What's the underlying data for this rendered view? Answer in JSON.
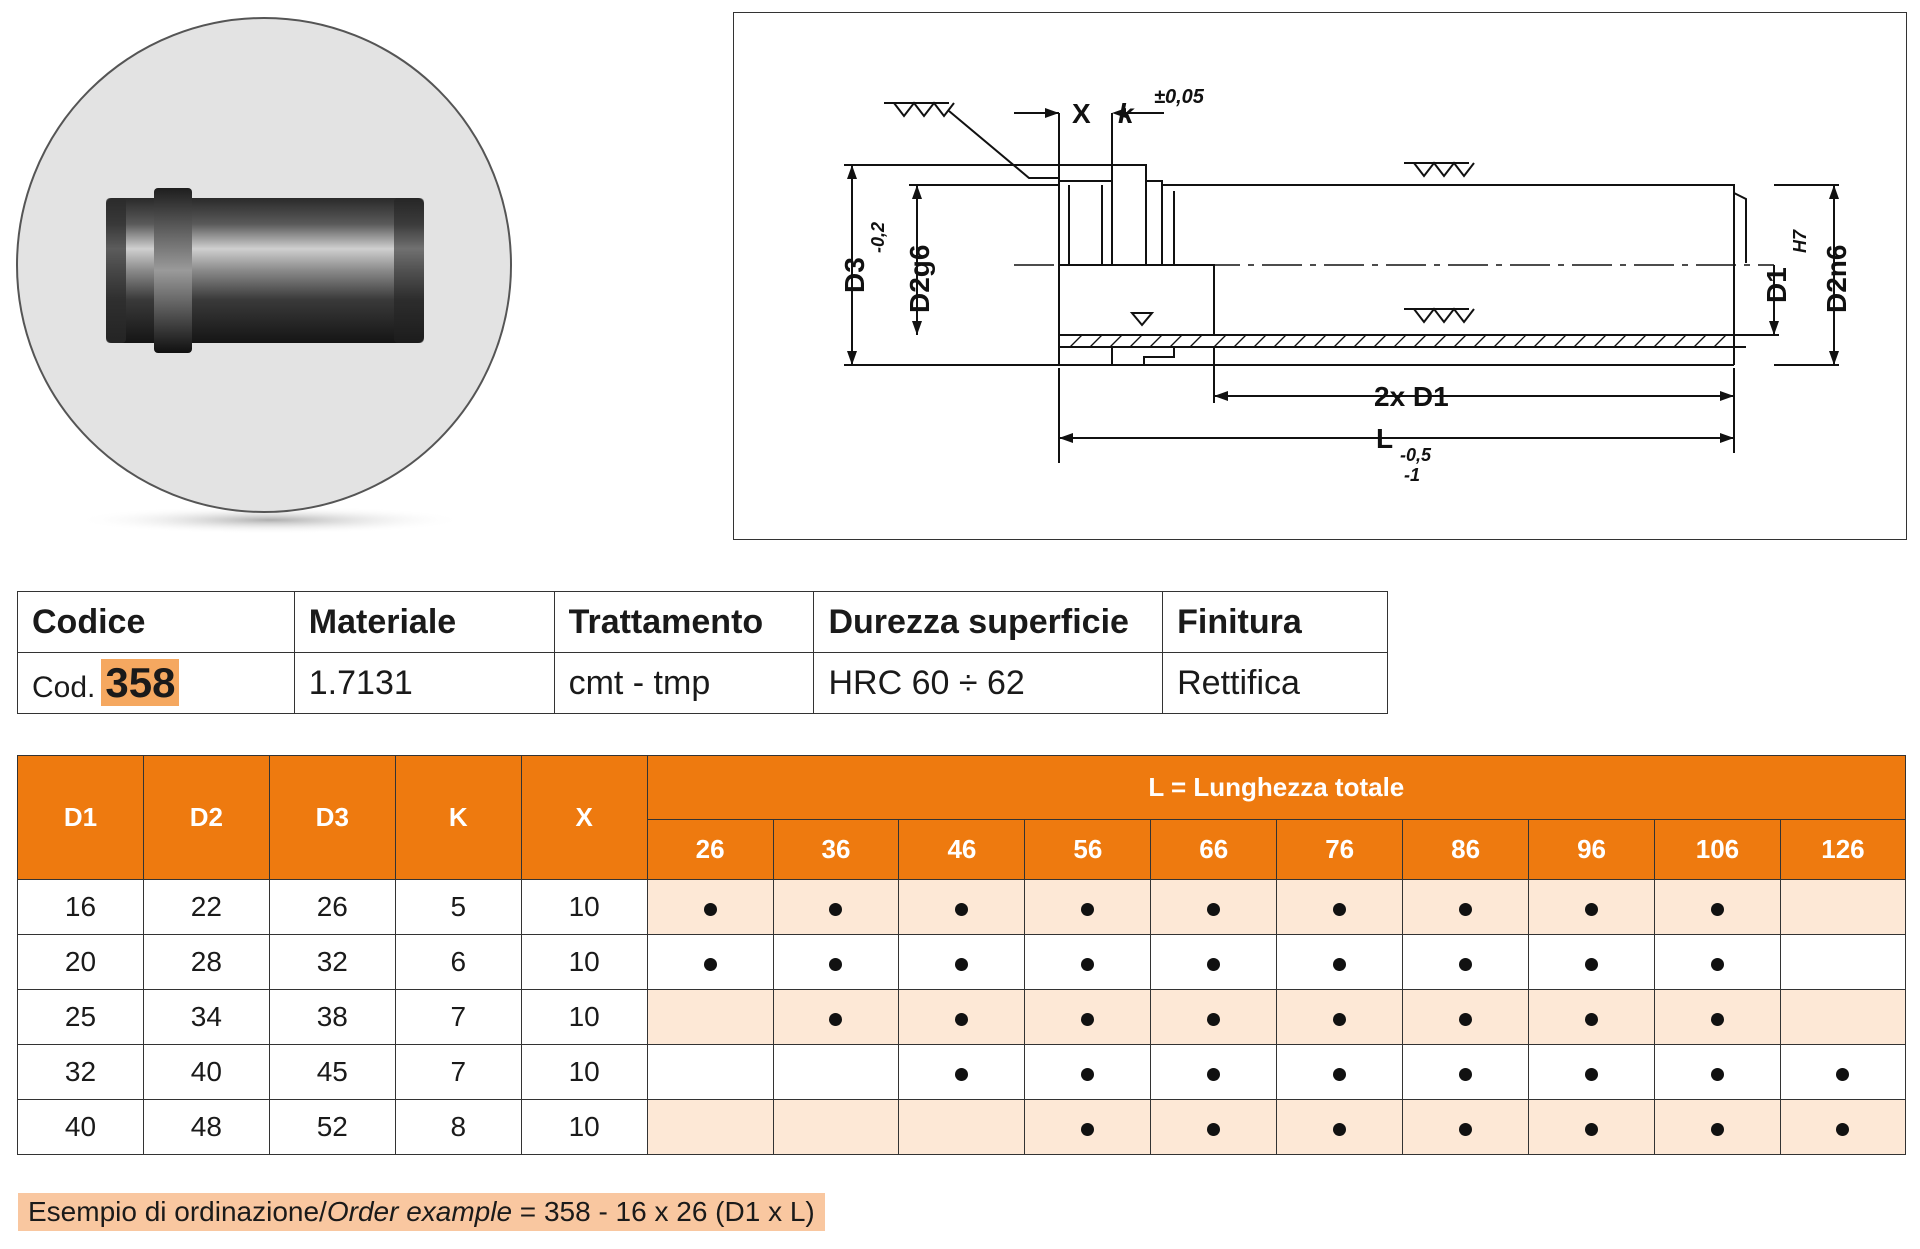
{
  "drawing": {
    "labels": {
      "x": "X",
      "k": "k",
      "tol_k": "±0,05",
      "d3": "D3",
      "d3_tol": "-0,2",
      "d2g6": "D2g6",
      "d1": "D1",
      "d1_tol": "H7",
      "d2n6": "D2n6",
      "two_d1": "2x D1",
      "l": "L",
      "l_tol_upper": "-0,5",
      "l_tol_lower": "-1"
    }
  },
  "info": {
    "headers": [
      "Codice",
      "Materiale",
      "Trattamento",
      "Durezza superficie",
      "Finitura"
    ],
    "code_prefix": "Cod.",
    "code_number": "358",
    "material": "1.7131",
    "treatment": "cmt - tmp",
    "hardness": "HRC 60 ÷ 62",
    "finish": "Rettifica"
  },
  "spec": {
    "headers": [
      "D1",
      "D2",
      "D3",
      "K",
      "X"
    ],
    "length_title": "L = Lunghezza totale",
    "lengths": [
      "26",
      "36",
      "46",
      "56",
      "66",
      "76",
      "86",
      "96",
      "106",
      "126"
    ],
    "rows": [
      {
        "d1": "16",
        "d2": "22",
        "d3": "26",
        "k": "5",
        "x": "10",
        "avail": [
          1,
          1,
          1,
          1,
          1,
          1,
          1,
          1,
          1,
          0
        ]
      },
      {
        "d1": "20",
        "d2": "28",
        "d3": "32",
        "k": "6",
        "x": "10",
        "avail": [
          1,
          1,
          1,
          1,
          1,
          1,
          1,
          1,
          1,
          0
        ]
      },
      {
        "d1": "25",
        "d2": "34",
        "d3": "38",
        "k": "7",
        "x": "10",
        "avail": [
          0,
          1,
          1,
          1,
          1,
          1,
          1,
          1,
          1,
          0
        ]
      },
      {
        "d1": "32",
        "d2": "40",
        "d3": "45",
        "k": "7",
        "x": "10",
        "avail": [
          0,
          0,
          1,
          1,
          1,
          1,
          1,
          1,
          1,
          1
        ]
      },
      {
        "d1": "40",
        "d2": "48",
        "d3": "52",
        "k": "8",
        "x": "10",
        "avail": [
          0,
          0,
          0,
          1,
          1,
          1,
          1,
          1,
          1,
          1
        ]
      }
    ]
  },
  "example": {
    "prefix": "Esempio di ordinazione/",
    "italic": "Order example",
    "suffix": " = 358 - 16 x 26 (D1 x L)"
  }
}
